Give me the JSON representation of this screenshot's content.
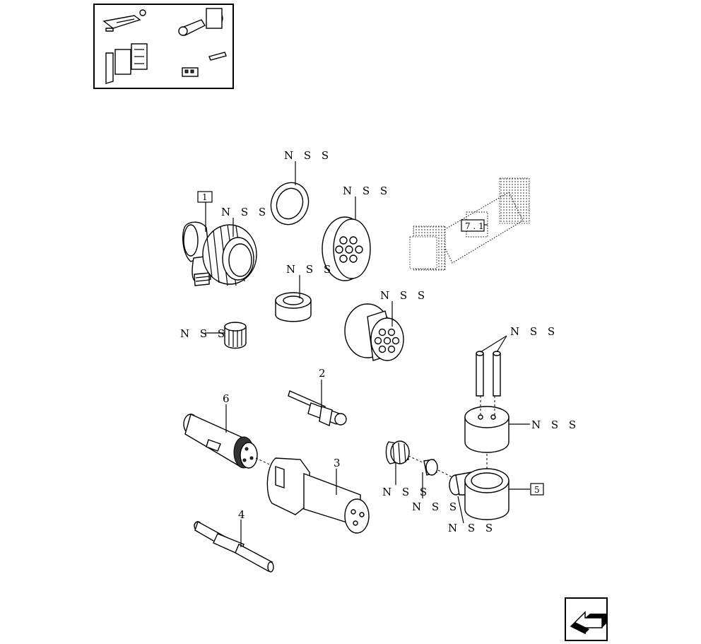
{
  "thumbnail": {
    "icon": "connector-set-thumbnail-icon"
  },
  "labels": {
    "nss": "N S S",
    "ref_1": "1",
    "ref_2": "2",
    "ref_3": "3",
    "ref_4": "4",
    "ref_5": "5",
    "ref_6": "6",
    "ref_7_1": "7 . 1"
  },
  "nav": {
    "icon": "previous-page-arrow-icon"
  }
}
